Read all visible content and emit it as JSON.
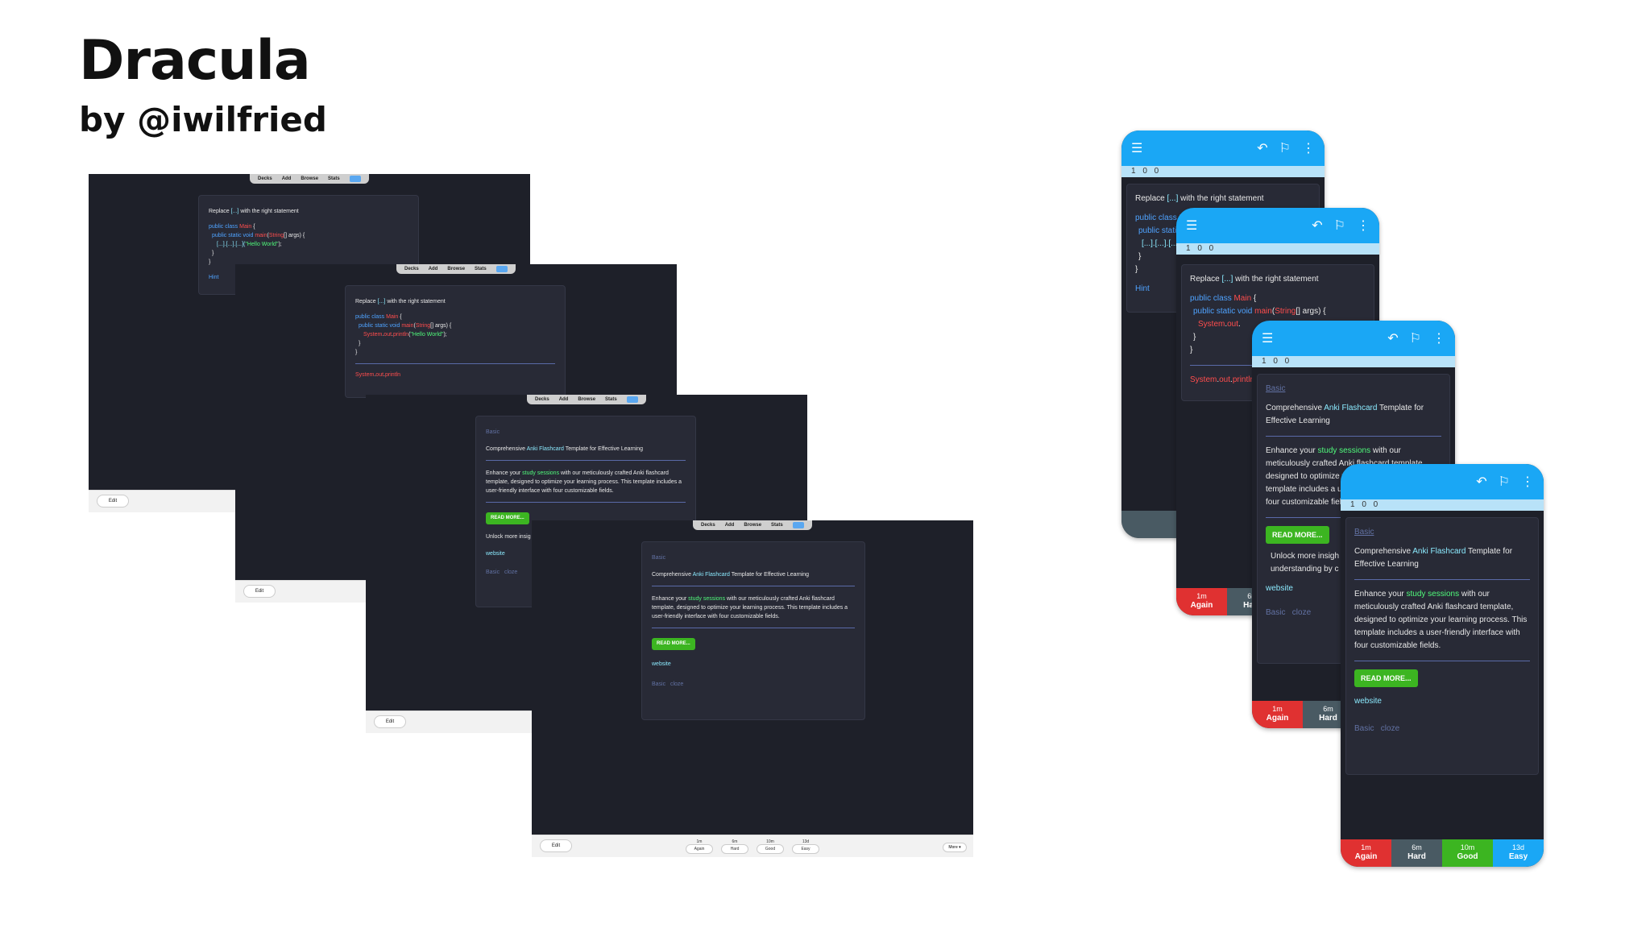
{
  "header": {
    "title": "Dracula",
    "subtitle": "by @iwilfried"
  },
  "desktop": {
    "nav": [
      "Decks",
      "Add",
      "Browse",
      "Stats"
    ],
    "edit_label": "Edit",
    "more_label": "More ▾",
    "answers": [
      {
        "time": "1m",
        "label": "Again"
      },
      {
        "time": "6m",
        "label": "Hard"
      },
      {
        "time": "10m",
        "label": "Good"
      },
      {
        "time": "13d",
        "label": "Easy"
      }
    ],
    "cloze_card": {
      "prompt_pre": "Replace ",
      "prompt_ph": "[...]",
      "prompt_post": " with the right statement",
      "code1_kw": "public class ",
      "code1_cls": "Main",
      "code1_post": " {",
      "code2_kw": "public static void ",
      "code2_fn": "main",
      "code2_type": "String",
      "code2_post": "[] args) {",
      "code3_q": "[...].[...].[...](",
      "code3_str": "\"Hello World\"",
      "code3_post": ");",
      "code4": "}",
      "code5": "}",
      "hint": "Hint",
      "answer_system": "System",
      "answer_out": "out",
      "answer_println": "println"
    },
    "basic_card": {
      "tag": "Basic",
      "q_pre": "Comprehensive ",
      "q_hl": "Anki Flashcard",
      "q_post": " Template for Effective Learning",
      "a_pre": "Enhance your ",
      "a_hl": "study sessions",
      "a_post": " with our meticulously crafted Anki flashcard template, designed to optimize your learning process. This template includes a user-friendly interface with four customizable fields.",
      "read_more": "READ MORE...",
      "unlock": "Unlock more insig",
      "website": "website",
      "tags": [
        "Basic",
        "cloze"
      ]
    }
  },
  "phone": {
    "counts": "1 0 0",
    "hint": "Hint",
    "unlock": "Unlock more insigh",
    "unlock2": "understanding by c",
    "buttons": [
      {
        "time": "1m",
        "label": "Again",
        "color": "#e03131"
      },
      {
        "time": "6m",
        "label": "Hard",
        "color": "#495a63"
      },
      {
        "time": "10m",
        "label": "Good",
        "color": "#3cb521"
      },
      {
        "time": "13d",
        "label": "Easy",
        "color": "#1aa7f5"
      }
    ]
  }
}
